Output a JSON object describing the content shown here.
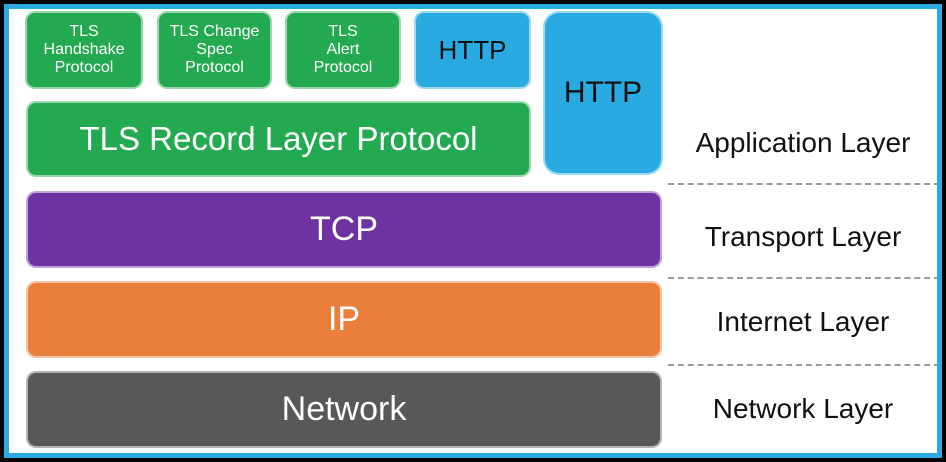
{
  "colors": {
    "green": "#23a94f",
    "blue": "#29abe2",
    "purple": "#6e33a1",
    "orange": "#ec7e3b",
    "gray": "#58585a",
    "frame_blue": "#29abe2",
    "dash_gray": "#9b9b9b"
  },
  "stack": {
    "tls_handshake": "TLS\nHandshake\nProtocol",
    "tls_change_spec": "TLS Change\nSpec\nProtocol",
    "tls_alert": "TLS\nAlert\nProtocol",
    "http_top": "HTTP",
    "http_side": "HTTP",
    "tls_record": "TLS Record Layer Protocol",
    "tcp": "TCP",
    "ip": "IP",
    "network": "Network"
  },
  "layers": {
    "application": "Application Layer",
    "transport": "Transport Layer",
    "internet": "Internet Layer",
    "network": "Network Layer"
  }
}
